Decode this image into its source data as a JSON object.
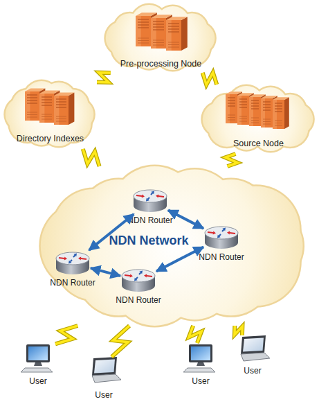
{
  "diagram": {
    "nodes": [
      {
        "text": [
          "Pre-processing Node"
        ]
      },
      {
        "text": [
          "Directory Indexes"
        ]
      },
      {
        "text": [
          "Source Node"
        ]
      },
      {
        "text": [
          "NDN Network"
        ]
      },
      {
        "text": [
          "NDN Router"
        ],
        "in": 3
      },
      {
        "text": [
          "NDN Router"
        ],
        "in": 3
      },
      {
        "text": [
          "NDN Router"
        ],
        "in": 3
      },
      {
        "text": [
          "NDN Router"
        ],
        "in": 3
      },
      {
        "text": [
          "User"
        ]
      },
      {
        "text": [
          "User"
        ]
      },
      {
        "text": [
          "User"
        ]
      },
      {
        "text": [
          "User"
        ]
      }
    ],
    "edges": [
      {
        "from": 0,
        "to": 1,
        "arrow": "none"
      },
      {
        "from": 0,
        "to": 2,
        "arrow": "none"
      },
      {
        "from": 1,
        "to": 3,
        "arrow": "none"
      },
      {
        "from": 2,
        "to": 3,
        "arrow": "none"
      },
      {
        "from": 4,
        "to": 5,
        "arrow": "both"
      },
      {
        "from": 4,
        "to": 6,
        "arrow": "both"
      },
      {
        "from": 6,
        "to": 7,
        "arrow": "both"
      },
      {
        "from": 7,
        "to": 5,
        "arrow": "both"
      },
      {
        "from": 8,
        "to": 3,
        "arrow": "none"
      },
      {
        "from": 9,
        "to": 3,
        "arrow": "none"
      },
      {
        "from": 10,
        "to": 3,
        "arrow": "none"
      },
      {
        "from": 11,
        "to": 3,
        "arrow": "none"
      }
    ]
  }
}
